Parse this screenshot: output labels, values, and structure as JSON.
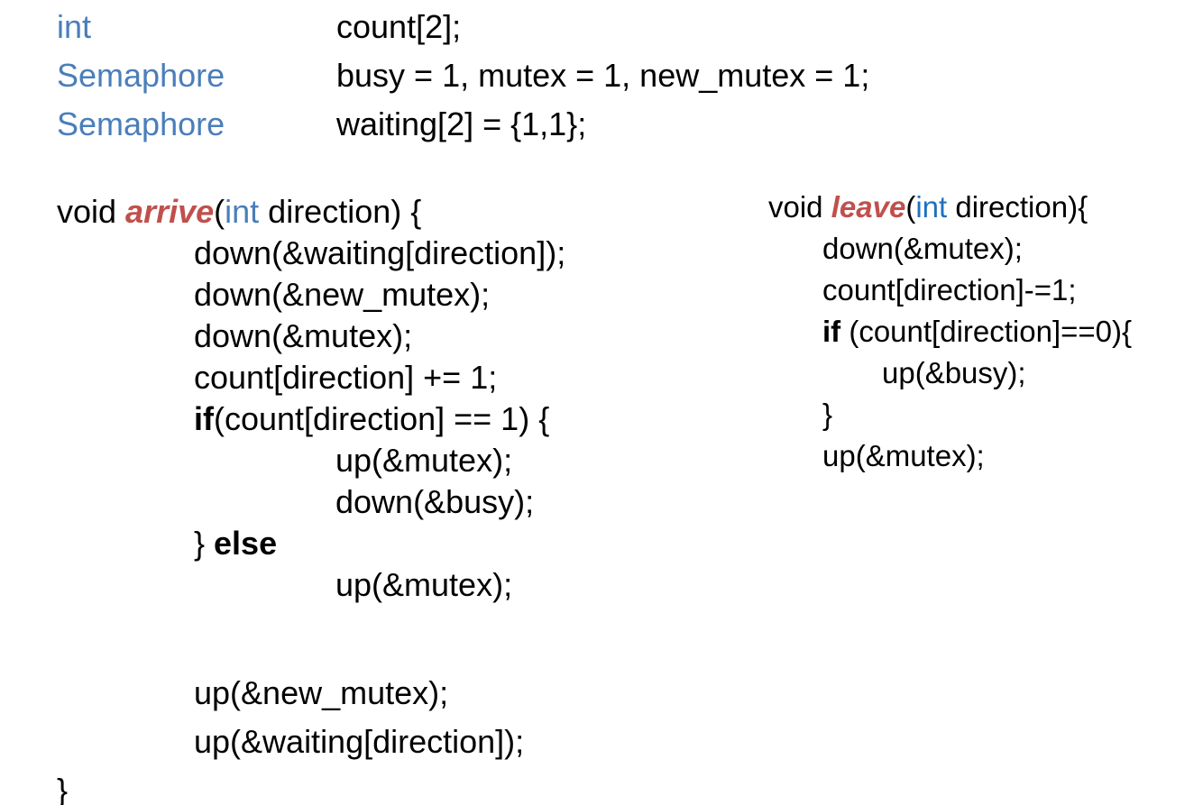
{
  "colors": {
    "background": "#ffffff",
    "text": "#000000",
    "type_blue_left": "#4a7ebb",
    "type_blue_right": "#1e70c1",
    "function_red": "#c0504d"
  },
  "declarations": [
    {
      "type": "int",
      "value": "count[2];"
    },
    {
      "type": "Semaphore",
      "value": "busy = 1, mutex = 1, new_mutex = 1;"
    },
    {
      "type": "Semaphore",
      "value": "waiting[2] = {1,1};"
    }
  ],
  "arrive_function": {
    "name": "arrive",
    "lines": [
      {
        "indent": 0,
        "segments": [
          {
            "text": "void ",
            "style": "plain"
          },
          {
            "text": "arrive",
            "style": "func"
          },
          {
            "text": "(",
            "style": "plain"
          },
          {
            "text": "int",
            "style": "type"
          },
          {
            "text": " direction) {",
            "style": "plain"
          }
        ]
      },
      {
        "indent": 1,
        "segments": [
          {
            "text": "down(&waiting[direction]);",
            "style": "plain"
          }
        ]
      },
      {
        "indent": 1,
        "segments": [
          {
            "text": "down(&new_mutex);",
            "style": "plain"
          }
        ]
      },
      {
        "indent": 1,
        "segments": [
          {
            "text": "down(&mutex);",
            "style": "plain"
          }
        ]
      },
      {
        "indent": 1,
        "segments": [
          {
            "text": "count[direction] += 1;",
            "style": "plain"
          }
        ]
      },
      {
        "indent": 1,
        "segments": [
          {
            "text": "if",
            "style": "bold"
          },
          {
            "text": "(count[direction] == 1) {",
            "style": "plain"
          }
        ]
      },
      {
        "indent": 2,
        "segments": [
          {
            "text": "up(&mutex);",
            "style": "plain"
          }
        ]
      },
      {
        "indent": 2,
        "segments": [
          {
            "text": "down(&busy);",
            "style": "plain"
          }
        ]
      },
      {
        "indent": 1,
        "segments": [
          {
            "text": "} ",
            "style": "plain"
          },
          {
            "text": "else",
            "style": "bold"
          }
        ]
      },
      {
        "indent": 2,
        "segments": [
          {
            "text": "up(&mutex);",
            "style": "plain"
          }
        ]
      },
      {
        "indent": 0,
        "segments": []
      },
      {
        "indent": 1,
        "segments": [
          {
            "text": "up(&new_mutex);",
            "style": "plain"
          }
        ]
      },
      {
        "indent": 1,
        "segments": [
          {
            "text": "up(&waiting[direction]);",
            "style": "plain"
          }
        ]
      },
      {
        "indent": 0,
        "segments": [
          {
            "text": "}",
            "style": "plain"
          }
        ]
      }
    ]
  },
  "leave_function": {
    "name": "leave",
    "lines": [
      {
        "indent": 0,
        "segments": [
          {
            "text": "void ",
            "style": "plain"
          },
          {
            "text": "leave",
            "style": "func"
          },
          {
            "text": "(",
            "style": "plain"
          },
          {
            "text": "int",
            "style": "type2"
          },
          {
            "text": " direction){",
            "style": "plain"
          }
        ]
      },
      {
        "indent": 1,
        "segments": [
          {
            "text": "down(&mutex);",
            "style": "plain"
          }
        ]
      },
      {
        "indent": 1,
        "segments": [
          {
            "text": "count[direction]-=1;",
            "style": "plain"
          }
        ]
      },
      {
        "indent": 1,
        "segments": [
          {
            "text": "if",
            "style": "bold"
          },
          {
            "text": " (count[direction]==0){",
            "style": "plain"
          }
        ]
      },
      {
        "indent": 2,
        "segments": [
          {
            "text": "up(&busy);",
            "style": "plain"
          }
        ]
      },
      {
        "indent": 1,
        "segments": [
          {
            "text": "}",
            "style": "plain"
          }
        ]
      },
      {
        "indent": 1,
        "segments": [
          {
            "text": "up(&mutex);",
            "style": "plain"
          }
        ]
      }
    ]
  }
}
